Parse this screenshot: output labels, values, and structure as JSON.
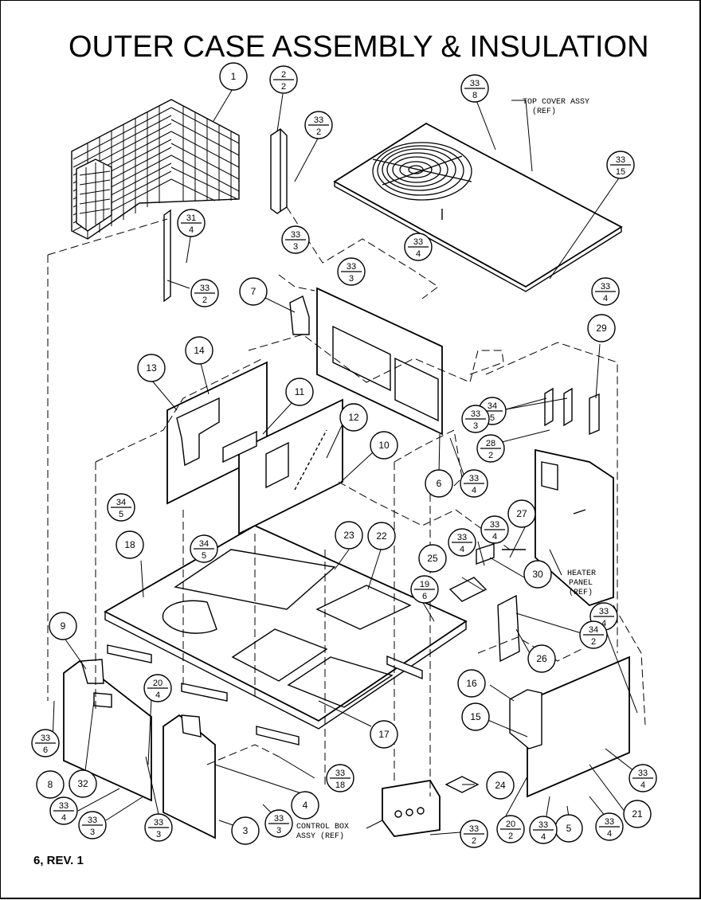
{
  "title": "OUTER CASE ASSEMBLY & INSULATION",
  "footer": "6, REV. 1",
  "labels": {
    "top_cover": [
      "TOP COVER ASSY",
      "(REF)"
    ],
    "heater_panel": [
      "HEATER",
      "PANEL",
      "(REF)"
    ],
    "control_box": [
      "CONTROL BOX",
      "ASSY (REF)"
    ]
  },
  "callouts": [
    {
      "id": "c1",
      "text": "1"
    },
    {
      "id": "c7",
      "text": "7"
    },
    {
      "id": "c13",
      "text": "13"
    },
    {
      "id": "c14",
      "text": "14"
    },
    {
      "id": "c11",
      "text": "11"
    },
    {
      "id": "c12",
      "text": "12"
    },
    {
      "id": "c10",
      "text": "10"
    },
    {
      "id": "c29",
      "text": "29"
    },
    {
      "id": "c6",
      "text": "6"
    },
    {
      "id": "c18",
      "text": "18"
    },
    {
      "id": "c23",
      "text": "23"
    },
    {
      "id": "c22",
      "text": "22"
    },
    {
      "id": "c27",
      "text": "27"
    },
    {
      "id": "c25",
      "text": "25"
    },
    {
      "id": "c30",
      "text": "30"
    },
    {
      "id": "c9",
      "text": "9"
    },
    {
      "id": "c26",
      "text": "26"
    },
    {
      "id": "c16",
      "text": "16"
    },
    {
      "id": "c15",
      "text": "15"
    },
    {
      "id": "c17",
      "text": "17"
    },
    {
      "id": "c8",
      "text": "8"
    },
    {
      "id": "c32",
      "text": "32"
    },
    {
      "id": "c4",
      "text": "4"
    },
    {
      "id": "c3",
      "text": "3"
    },
    {
      "id": "c24",
      "text": "24"
    },
    {
      "id": "c5",
      "text": "5"
    },
    {
      "id": "c21",
      "text": "21"
    }
  ],
  "fractions": [
    {
      "id": "f2_2",
      "top": "2",
      "bottom": "2"
    },
    {
      "id": "f33_2a",
      "top": "33",
      "bottom": "2"
    },
    {
      "id": "f33_8",
      "top": "33",
      "bottom": "8"
    },
    {
      "id": "f33_15",
      "top": "33",
      "bottom": "15"
    },
    {
      "id": "f31_4",
      "top": "31",
      "bottom": "4"
    },
    {
      "id": "f33_2b",
      "top": "33",
      "bottom": "2"
    },
    {
      "id": "f33_3a",
      "top": "33",
      "bottom": "3"
    },
    {
      "id": "f33_3b",
      "top": "33",
      "bottom": "3"
    },
    {
      "id": "f33_4a",
      "top": "33",
      "bottom": "4"
    },
    {
      "id": "f33_4b",
      "top": "33",
      "bottom": "4"
    },
    {
      "id": "f34_5a",
      "top": "34",
      "bottom": "5"
    },
    {
      "id": "f33_3c",
      "top": "33",
      "bottom": "3"
    },
    {
      "id": "f28_2",
      "top": "28",
      "bottom": "2"
    },
    {
      "id": "f33_4c",
      "top": "33",
      "bottom": "4"
    },
    {
      "id": "f34_5b",
      "top": "34",
      "bottom": "5"
    },
    {
      "id": "f34_5c",
      "top": "34",
      "bottom": "5"
    },
    {
      "id": "f33_4d",
      "top": "33",
      "bottom": "4"
    },
    {
      "id": "f33_4e",
      "top": "33",
      "bottom": "4"
    },
    {
      "id": "f19_6",
      "top": "19",
      "bottom": "6"
    },
    {
      "id": "f33_4f",
      "top": "33",
      "bottom": "4"
    },
    {
      "id": "f34_2",
      "top": "34",
      "bottom": "2"
    },
    {
      "id": "f20_4",
      "top": "20",
      "bottom": "4"
    },
    {
      "id": "f33_6",
      "top": "33",
      "bottom": "6"
    },
    {
      "id": "f33_4g",
      "top": "33",
      "bottom": "4"
    },
    {
      "id": "f33_3d",
      "top": "33",
      "bottom": "3"
    },
    {
      "id": "f33_3e",
      "top": "33",
      "bottom": "3"
    },
    {
      "id": "f33_3f",
      "top": "33",
      "bottom": "3"
    },
    {
      "id": "f33_18",
      "top": "33",
      "bottom": "18"
    },
    {
      "id": "f33_2c",
      "top": "33",
      "bottom": "2"
    },
    {
      "id": "f20_2",
      "top": "20",
      "bottom": "2"
    },
    {
      "id": "f33_4h",
      "top": "33",
      "bottom": "4"
    },
    {
      "id": "f33_4i",
      "top": "33",
      "bottom": "4"
    },
    {
      "id": "f33_4j",
      "top": "33",
      "bottom": "4"
    }
  ]
}
